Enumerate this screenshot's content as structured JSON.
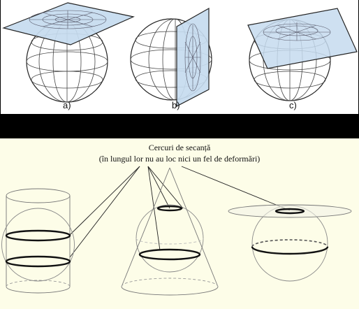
{
  "top": {
    "captions": [
      "a)",
      "b)",
      "c)"
    ],
    "plane_color": "#c6dbef"
  },
  "bottom": {
    "title_line1": "Cercuri de secanță",
    "title_line2": "(în lungul lor nu au loc nici un fel de deformări)",
    "background_color": "#fdfde8"
  }
}
